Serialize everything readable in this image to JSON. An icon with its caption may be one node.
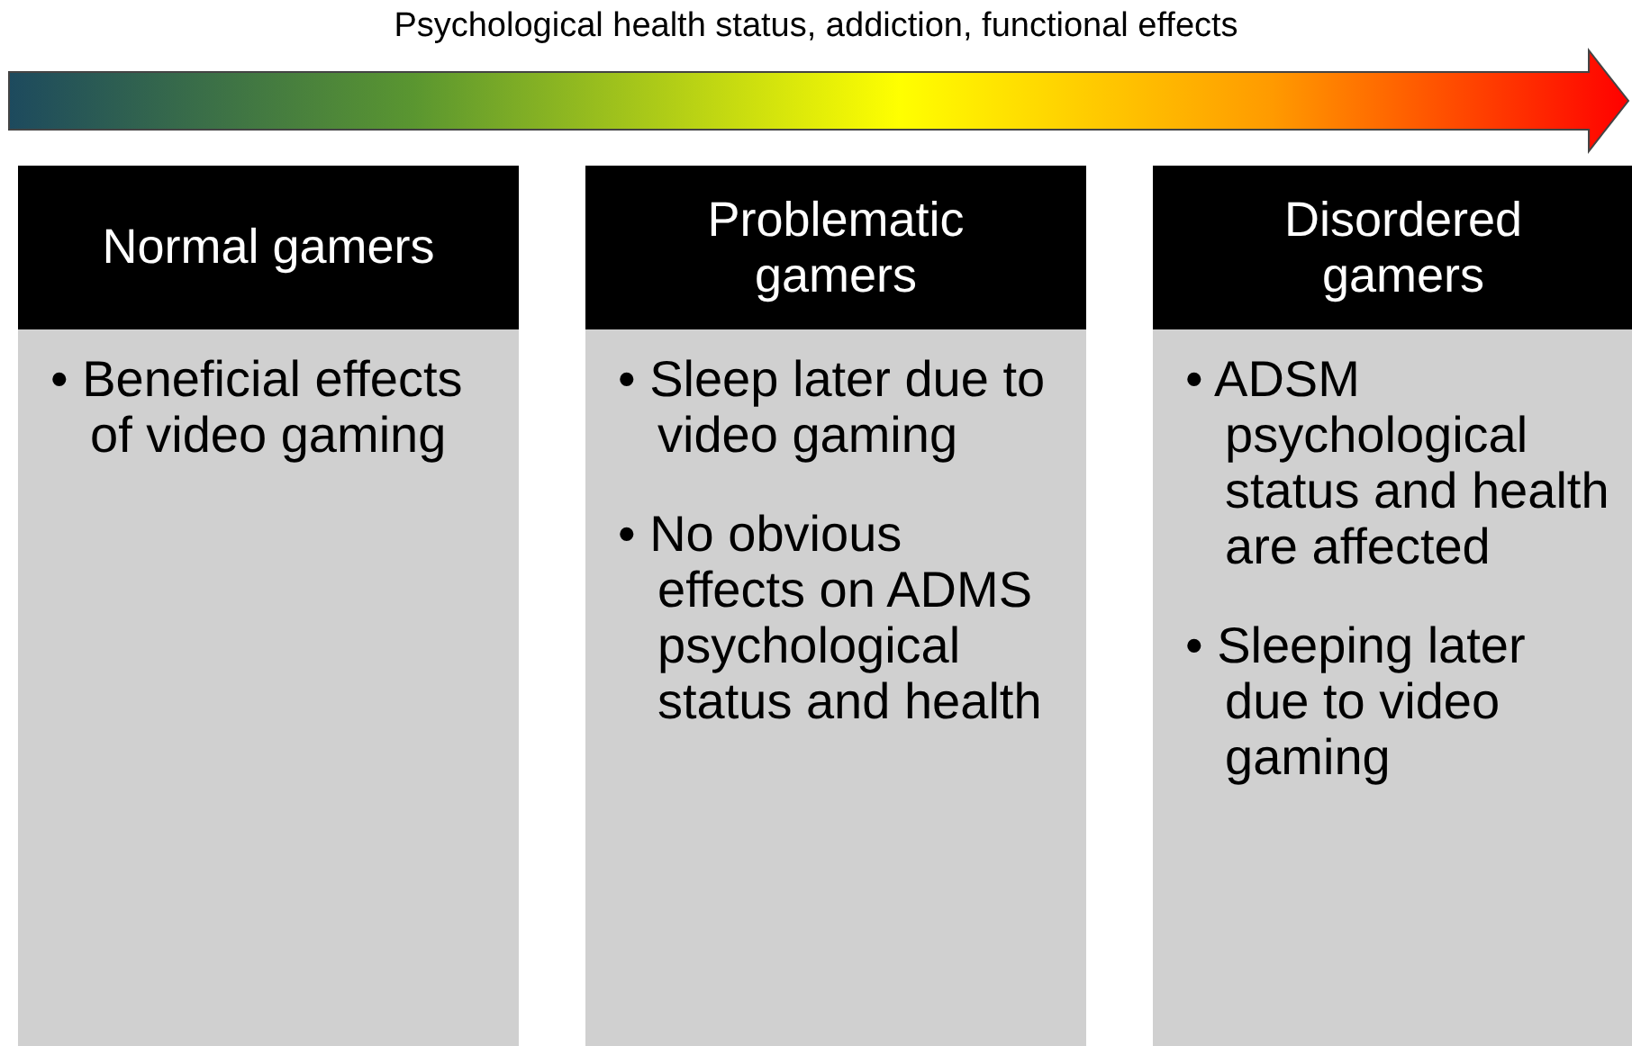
{
  "diagram": {
    "nodes": [
      {
        "text": [
          "Normal gamers",
          "• Beneficial effects of video gaming"
        ]
      },
      {
        "text": [
          "Problematic gamers",
          "• Sleep later due to video gaming",
          "• No obvious effects on ADMS psychological status and health"
        ]
      },
      {
        "text": [
          "Disordered gamers",
          "• ADSM psychological status and health are affected",
          "• Sleeping later due to video gaming"
        ]
      }
    ],
    "labels": [
      "Psychological health status, addiction, functional effects"
    ]
  }
}
